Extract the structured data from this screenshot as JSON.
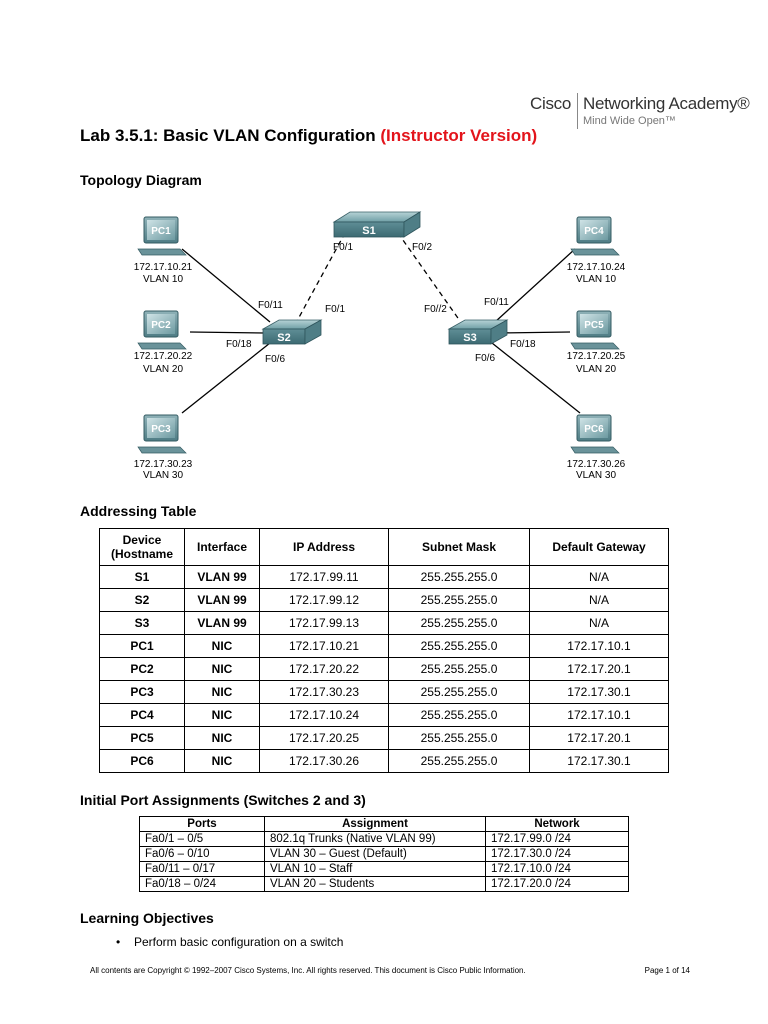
{
  "logo": {
    "brand": "Cisco",
    "academy": "Networking Academy®",
    "tagline": "Mind Wide Open™"
  },
  "title": {
    "main": "Lab 3.5.1: Basic VLAN Configuration",
    "version": "(Instructor Version)"
  },
  "sections": {
    "topology": "Topology Diagram",
    "addressing": "Addressing Table",
    "ports": "Initial Port Assignments (Switches 2 and 3)",
    "objectives": "Learning Objectives"
  },
  "topology": {
    "switches": {
      "s1": "S1",
      "s2": "S2",
      "s3": "S3"
    },
    "pcs": {
      "pc1": {
        "name": "PC1",
        "ip": "172.17.10.21",
        "vlan": "VLAN 10"
      },
      "pc2": {
        "name": "PC2",
        "ip": "172.17.20.22",
        "vlan": "VLAN 20"
      },
      "pc3": {
        "name": "PC3",
        "ip": "172.17.30.23",
        "vlan": "VLAN 30"
      },
      "pc4": {
        "name": "PC4",
        "ip": "172.17.10.24",
        "vlan": "VLAN 10"
      },
      "pc5": {
        "name": "PC5",
        "ip": "172.17.20.25",
        "vlan": "VLAN 20"
      },
      "pc6": {
        "name": "PC6",
        "ip": "172.17.30.26",
        "vlan": "VLAN 30"
      }
    },
    "ports": {
      "s1_left": "F0/1",
      "s1_right": "F0/2",
      "s2_up": "F0/1",
      "s2_f011": "F0/11",
      "s2_f018": "F0/18",
      "s2_f06": "F0/6",
      "s3_up": "F0//2",
      "s3_f011": "F0/11",
      "s3_f018": "F0/18",
      "s3_f06": "F0/6"
    }
  },
  "addressing_table": {
    "headers": {
      "device_l1": "Device",
      "device_l2": "(Hostname",
      "interface": "Interface",
      "ip": "IP Address",
      "mask": "Subnet Mask",
      "gateway": "Default Gateway"
    },
    "rows": [
      [
        "S1",
        "VLAN 99",
        "172.17.99.11",
        "255.255.255.0",
        "N/A"
      ],
      [
        "S2",
        "VLAN 99",
        "172.17.99.12",
        "255.255.255.0",
        "N/A"
      ],
      [
        "S3",
        "VLAN 99",
        "172.17.99.13",
        "255.255.255.0",
        "N/A"
      ],
      [
        "PC1",
        "NIC",
        "172.17.10.21",
        "255.255.255.0",
        "172.17.10.1"
      ],
      [
        "PC2",
        "NIC",
        "172.17.20.22",
        "255.255.255.0",
        "172.17.20.1"
      ],
      [
        "PC3",
        "NIC",
        "172.17.30.23",
        "255.255.255.0",
        "172.17.30.1"
      ],
      [
        "PC4",
        "NIC",
        "172.17.10.24",
        "255.255.255.0",
        "172.17.10.1"
      ],
      [
        "PC5",
        "NIC",
        "172.17.20.25",
        "255.255.255.0",
        "172.17.20.1"
      ],
      [
        "PC6",
        "NIC",
        "172.17.30.26",
        "255.255.255.0",
        "172.17.30.1"
      ]
    ]
  },
  "port_table": {
    "headers": {
      "ports": "Ports",
      "assignment": "Assignment",
      "network": "Network"
    },
    "rows": [
      [
        "Fa0/1 – 0/5",
        "802.1q Trunks (Native VLAN 99)",
        "172.17.99.0 /24"
      ],
      [
        "Fa0/6 – 0/10",
        "VLAN 30 – Guest (Default)",
        "172.17.30.0 /24"
      ],
      [
        "Fa0/11 – 0/17",
        "VLAN 10 – Staff",
        "172.17.10.0 /24"
      ],
      [
        "Fa0/18 – 0/24",
        "VLAN 20 – Students",
        "172.17.20.0 /24"
      ]
    ]
  },
  "objectives": [
    "Perform basic configuration on a switch"
  ],
  "footer": {
    "copyright": "All contents are Copyright © 1992–2007 Cisco Systems, Inc. All rights reserved. This document is Cisco Public Information.",
    "page": "Page 1 of 14"
  }
}
